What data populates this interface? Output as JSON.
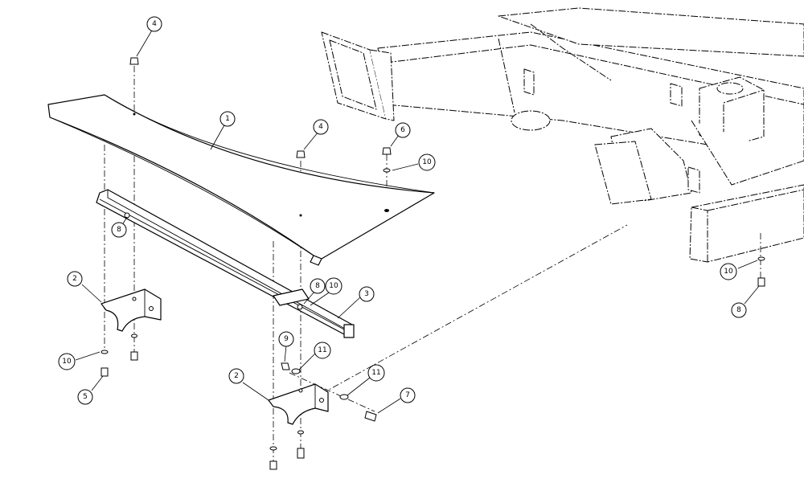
{
  "callouts": {
    "c4a": "4",
    "c1": "1",
    "c4b": "4",
    "c6": "6",
    "c10a": "10",
    "c8a": "8",
    "c2a": "2",
    "c8b": "8",
    "c10b": "10",
    "c3": "3",
    "c10c": "10",
    "c5": "5",
    "c9": "9",
    "c11a": "11",
    "c2b": "2",
    "c11b": "11",
    "c7": "7",
    "c10d": "10",
    "c8c": "8"
  }
}
